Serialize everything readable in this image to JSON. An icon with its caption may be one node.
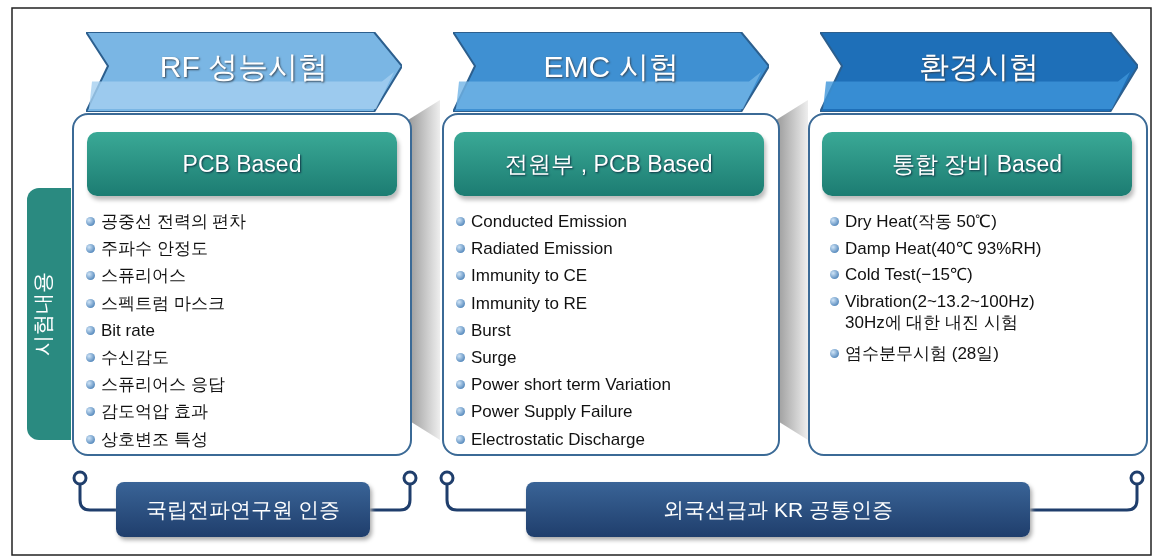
{
  "diagram": {
    "nodes": [
      {
        "text": [
          "시험내용"
        ]
      },
      {
        "text": [
          "RF 성능시험"
        ]
      },
      {
        "text": [
          "공중선 전력의 편차",
          "주파수 안정도",
          "스퓨리어스",
          "스펙트럼 마스크",
          "Bit rate",
          "수신감도",
          "스퓨리어스 응답",
          "감도억압 효과",
          "상호변조 특성"
        ]
      },
      {
        "text": [
          "PCB Based"
        ],
        "in": 2
      },
      {
        "text": [
          "EMC 시험"
        ]
      },
      {
        "text": [
          "Conducted Emission",
          "Radiated Emission",
          "Immunity to CE",
          "Immunity to RE",
          "Burst",
          "Surge",
          "Power short term Variation",
          "Power Supply Failure",
          "Electrostatic Discharge"
        ]
      },
      {
        "text": [
          "전원부 , PCB Based"
        ],
        "in": 5
      },
      {
        "text": [
          "환경시험"
        ]
      },
      {
        "text": [
          "Dry Heat(작동 50℃)",
          "Damp Heat(40℃ 93%RH)",
          "Cold Test(−15℃)",
          "Vibration(2~13.2~100Hz) 30Hz에 대한 내진 시험",
          "염수분무시험 (28일)"
        ]
      },
      {
        "text": [
          "통합 장비 Based"
        ],
        "in": 8
      },
      {
        "text": [
          "국립전파연구원 인증"
        ]
      },
      {
        "text": [
          "외국선급과 KR 공통인증"
        ]
      }
    ]
  }
}
